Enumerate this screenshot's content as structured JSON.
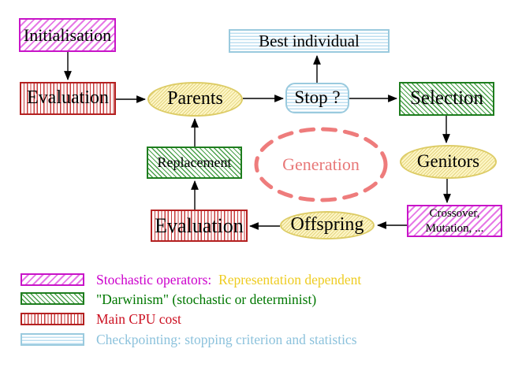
{
  "nodes": {
    "initialisation": "Initialisation",
    "evaluation_top": "Evaluation",
    "parents": "Parents",
    "stop": "Stop ?",
    "best_individual": "Best individual",
    "selection": "Selection",
    "genitors": "Genitors",
    "crossover_line1": "Crossover,",
    "crossover_line2": "Mutation, ...",
    "offspring": "Offspring",
    "evaluation_bottom": "Evaluation",
    "replacement": "Replacement",
    "generation": "Generation"
  },
  "legend": {
    "stochastic_label": "Stochastic operators:",
    "stochastic_extra": "  Representation dependent",
    "darwinism_label": "\"Darwinism\" (stochastic or determinist)",
    "cpu_label": "Main CPU cost",
    "checkpoint_label": "Checkpointing: stopping criterion and statistics"
  },
  "colors": {
    "magenta_border": "#c814c8",
    "magenta_hatch": "#e678e6",
    "magenta_text": "#cc00cc",
    "gold_text": "#eecc22",
    "green_border": "#1e7d1e",
    "green_hatch": "#4aa04a",
    "green_text": "#007700",
    "red_border": "#b42020",
    "red_stripe": "#c83c3c",
    "red_text": "#cc1122",
    "cyan_border": "#9acade",
    "cyan_stripe": "#bedff0",
    "cyan_text": "#8cc2dc",
    "yellow_border": "#ddcc66",
    "yellow_fill": "#fdf6c6",
    "salmon": "#ee7c7c",
    "arrow": "#000000"
  }
}
